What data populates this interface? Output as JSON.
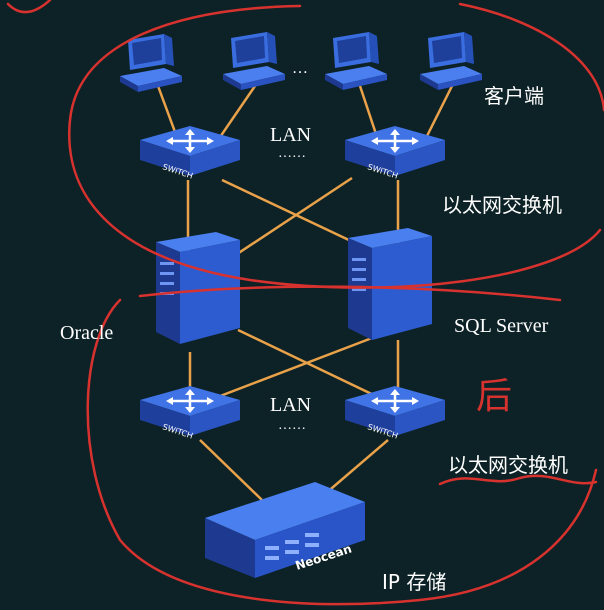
{
  "labels": {
    "clients": "客户端",
    "lan_top": "LAN",
    "lan_top_dots": "……",
    "clients_dots": "…",
    "switch_top": "以太网交换机",
    "oracle": "Oracle",
    "sql_server": "SQL Server",
    "lan_bottom": "LAN",
    "lan_bottom_dots": "……",
    "switch_bottom": "以太网交换机",
    "storage": "IP 存储",
    "switch_device_text": "SWITCH",
    "storage_brand": "Neocean",
    "handwritten_mark": "后"
  },
  "colors": {
    "background": "#0d2226",
    "link": "#e9a24a",
    "device_blue": "#2f5fd0",
    "annotation_red": "#d8322f",
    "text": "#ffffff"
  },
  "icons": [
    "pc-icon",
    "switch-icon",
    "server-icon",
    "storage-icon"
  ]
}
